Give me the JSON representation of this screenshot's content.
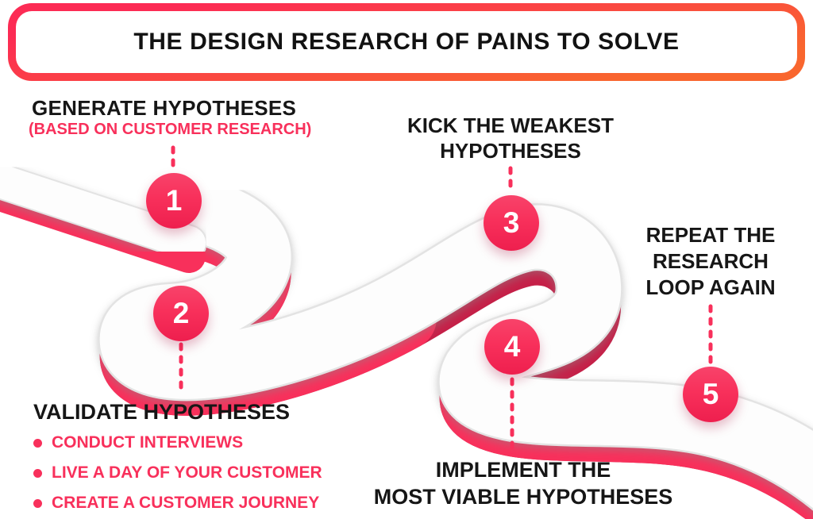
{
  "header": {
    "title": "THE DESIGN RESEARCH OF PAINS TO SOLVE"
  },
  "steps": [
    {
      "number": "1",
      "label": "GENERATE HYPOTHESES",
      "sublabel": "(BASED ON CUSTOMER RESEARCH)"
    },
    {
      "number": "2",
      "label": "VALIDATE HYPOTHESES",
      "bullets": [
        "CONDUCT INTERVIEWS",
        "LIVE A DAY OF YOUR CUSTOMER",
        "CREATE A CUSTOMER JOURNEY"
      ]
    },
    {
      "number": "3",
      "lines": [
        "KICK THE WEAKEST",
        "HYPOTHESES"
      ]
    },
    {
      "number": "4",
      "lines": [
        "IMPLEMENT THE",
        "MOST VIABLE HYPOTHESES"
      ]
    },
    {
      "number": "5",
      "lines": [
        "REPEAT THE",
        "RESEARCH",
        "LOOP AGAIN"
      ]
    }
  ],
  "colors": {
    "accent": "#F8305B",
    "crimson": "#C52048",
    "banner_gradient_top": "#FC2B54",
    "banner_gradient_bottom": "#F9662E",
    "ink": "#161616",
    "road_outline": "#E3E3E3"
  }
}
